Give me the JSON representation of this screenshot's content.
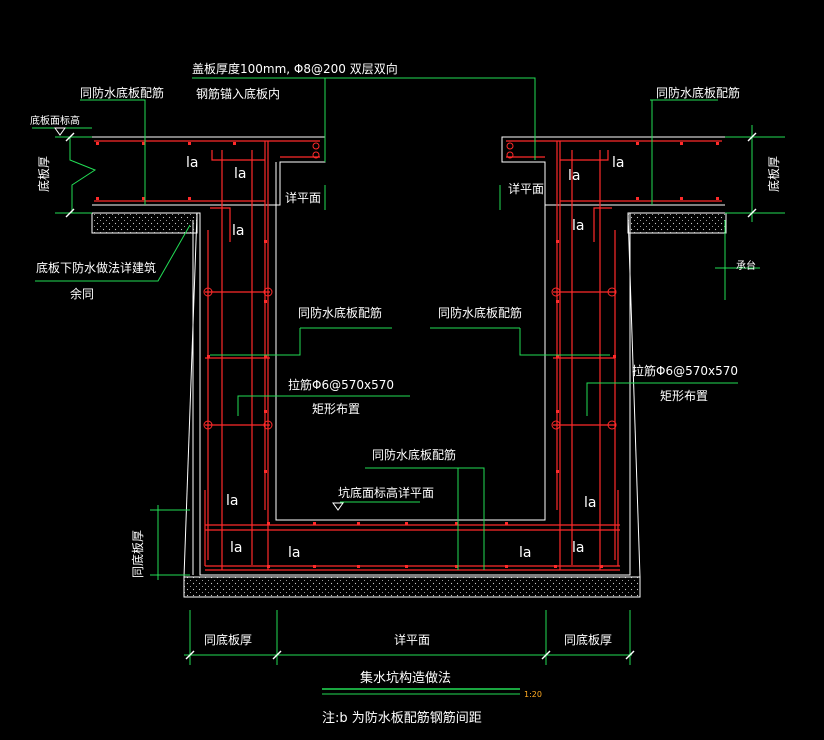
{
  "drawing": {
    "title": "集水坑构造做法",
    "note": "注:b 为防水板配筋钢筋间距",
    "scale": "1:20"
  },
  "colors": {
    "background": "#000000",
    "concrete_outline": "#ffffff",
    "rebar": "#ff2a2a",
    "leader": "#22dd55",
    "dimension": "#22dd55",
    "hatch": "#d8d8d8"
  },
  "labels": {
    "cover_slab_1": "盖板厚度100mm, Φ8@200 双层双向",
    "cover_slab_2": "钢筋锚入底板内",
    "same_as_slab_rebar_tl": "同防水底板配筋",
    "same_as_slab_rebar_tr": "同防水底板配筋",
    "slab_top_elev": "底板面标高",
    "slab_thickness_left": "底板厚",
    "slab_thickness_right": "底板厚",
    "detail_plan_left": "详平面",
    "detail_plan_right": "详平面",
    "waterproof_note_1": "底板下防水做法详建筑",
    "waterproof_note_2": "余同",
    "bearing": "承台",
    "same_as_slab_rebar_ml": "同防水底板配筋",
    "same_as_slab_rebar_mr": "同防水底板配筋",
    "tie_bar_left_1": "拉筋Φ6@570x570",
    "tie_bar_left_2": "矩形布置",
    "tie_bar_right_1": "拉筋Φ6@570x570",
    "tie_bar_right_2": "矩形布置",
    "same_as_slab_rebar_bottom": "同防水底板配筋",
    "pit_bottom_elev": "坑底面标高详平面",
    "same_slab_thickness_side": "同底板厚",
    "la": "la",
    "dim_left": "同底板厚",
    "dim_middle": "详平面",
    "dim_right": "同底板厚"
  }
}
